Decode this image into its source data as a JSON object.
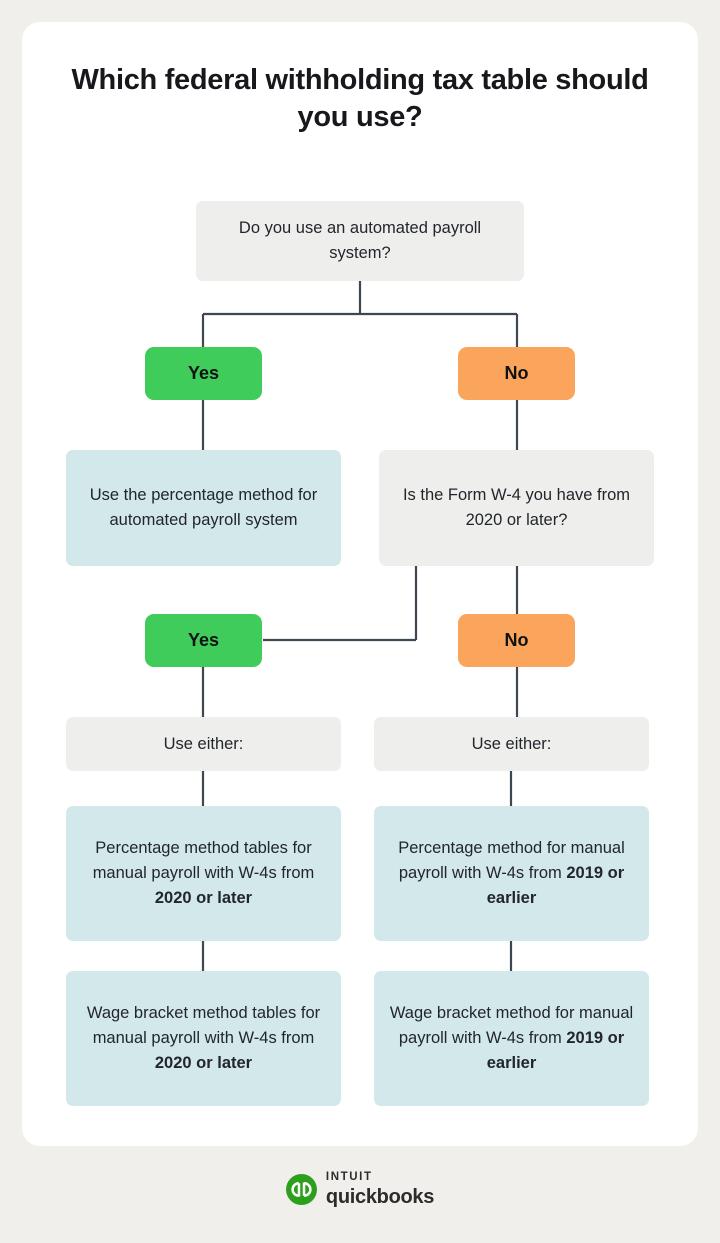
{
  "meta": {
    "title": "Which federal withholding tax table should you use?",
    "background_color": "#f1efeb",
    "card_color": "#ffffff",
    "connector_color": "#3d4853"
  },
  "palette": {
    "yes_green": "#3fcc5b",
    "no_orange": "#fba45c",
    "question_grey": "#eeeeec",
    "answer_blue": "#d3e8ea",
    "text_dark": "#22262b"
  },
  "flowchart": {
    "type": "decision-tree",
    "q1": {
      "label": "Do you use an automated payroll system?",
      "kind": "question"
    },
    "q1_yes": {
      "label": "Yes",
      "kind": "answer-yes"
    },
    "q1_no": {
      "label": "No",
      "kind": "answer-no"
    },
    "automated_result": {
      "label": "Use the percentage method for automated payroll system",
      "kind": "result"
    },
    "q2": {
      "label": "Is the Form W-4 you have from 2020 or later?",
      "kind": "question"
    },
    "q2_yes": {
      "label": "Yes",
      "kind": "answer-yes"
    },
    "q2_no": {
      "label": "No",
      "kind": "answer-no"
    },
    "use_either_left": {
      "label": "Use either:",
      "kind": "header"
    },
    "use_either_right": {
      "label": "Use either:",
      "kind": "header"
    },
    "left_option_1": {
      "text_plain": "Percentage method tables for manual payroll with W-4s from ",
      "text_bold": "2020 or later",
      "kind": "result"
    },
    "left_option_2": {
      "text_plain": "Wage bracket method tables for manual payroll with W-4s from ",
      "text_bold": "2020 or later",
      "kind": "result"
    },
    "right_option_1": {
      "text_plain": "Percentage method for manual payroll with W-4s from ",
      "text_bold": "2019 or earlier",
      "kind": "result"
    },
    "right_option_2": {
      "text_plain": "Wage bracket method for manual payroll with W-4s from ",
      "text_bold": "2019 or earlier",
      "kind": "result"
    }
  },
  "footer": {
    "brand_top": "INTUIT",
    "brand_bottom": "quickbooks",
    "mark_letters": "qb",
    "mark_color": "#2ca01c"
  }
}
